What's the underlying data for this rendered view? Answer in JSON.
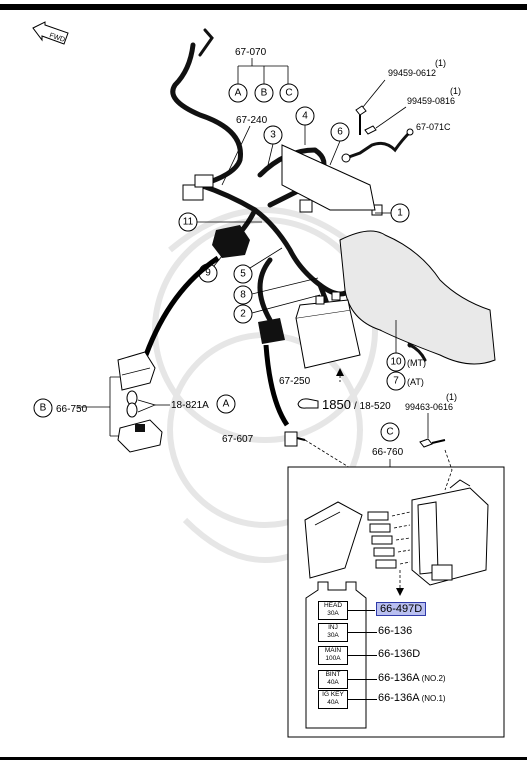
{
  "fwd_label": "FWD",
  "top_part": "67-070",
  "callouts_abc": [
    "A",
    "B",
    "C"
  ],
  "harness_main": "67-240",
  "bolt_1": {
    "part": "99459-0612",
    "qty": "(1)"
  },
  "bolt_2": {
    "part": "99459-0816",
    "qty": "(1)"
  },
  "ground_wire": "67-071C",
  "numbers": [
    "1",
    "2",
    "3",
    "4",
    "5",
    "6",
    "7",
    "8",
    "9",
    "10",
    "11"
  ],
  "num_10_suffix": "(MT)",
  "num_7_suffix": "(AT)",
  "battery_part": "67-250",
  "ref_a": "1850",
  "ref_b": "/ 18-520",
  "relay_box": {
    "callout": "B",
    "part": "66-750"
  },
  "relay_part": {
    "part": "18-821A",
    "callout": "A"
  },
  "bolt_3": {
    "part": "99463-0616",
    "qty": "(1)"
  },
  "fuse_box": {
    "callout": "C",
    "part": "66-760"
  },
  "fusible_link": "67-607",
  "fuses": [
    {
      "line1": "HEAD",
      "line2": "30A",
      "part": "66-497D",
      "suffix": "",
      "highlight": true
    },
    {
      "line1": "INJ",
      "line2": "30A",
      "part": "66-136",
      "suffix": "",
      "highlight": false
    },
    {
      "line1": "MAIN",
      "line2": "100A",
      "part": "66-136D",
      "suffix": "",
      "highlight": false
    },
    {
      "line1": "BINT",
      "line2": "40A",
      "part": "66-136A",
      "suffix": "(NO.2)",
      "highlight": false
    },
    {
      "line1": "IG KEY",
      "line2": "40A",
      "part": "66-136A",
      "suffix": "(NO.1)",
      "highlight": false
    }
  ],
  "colors": {
    "highlight_fill": "#b9bff0",
    "highlight_stroke": "#2f3aa8",
    "ink": "#000000"
  }
}
